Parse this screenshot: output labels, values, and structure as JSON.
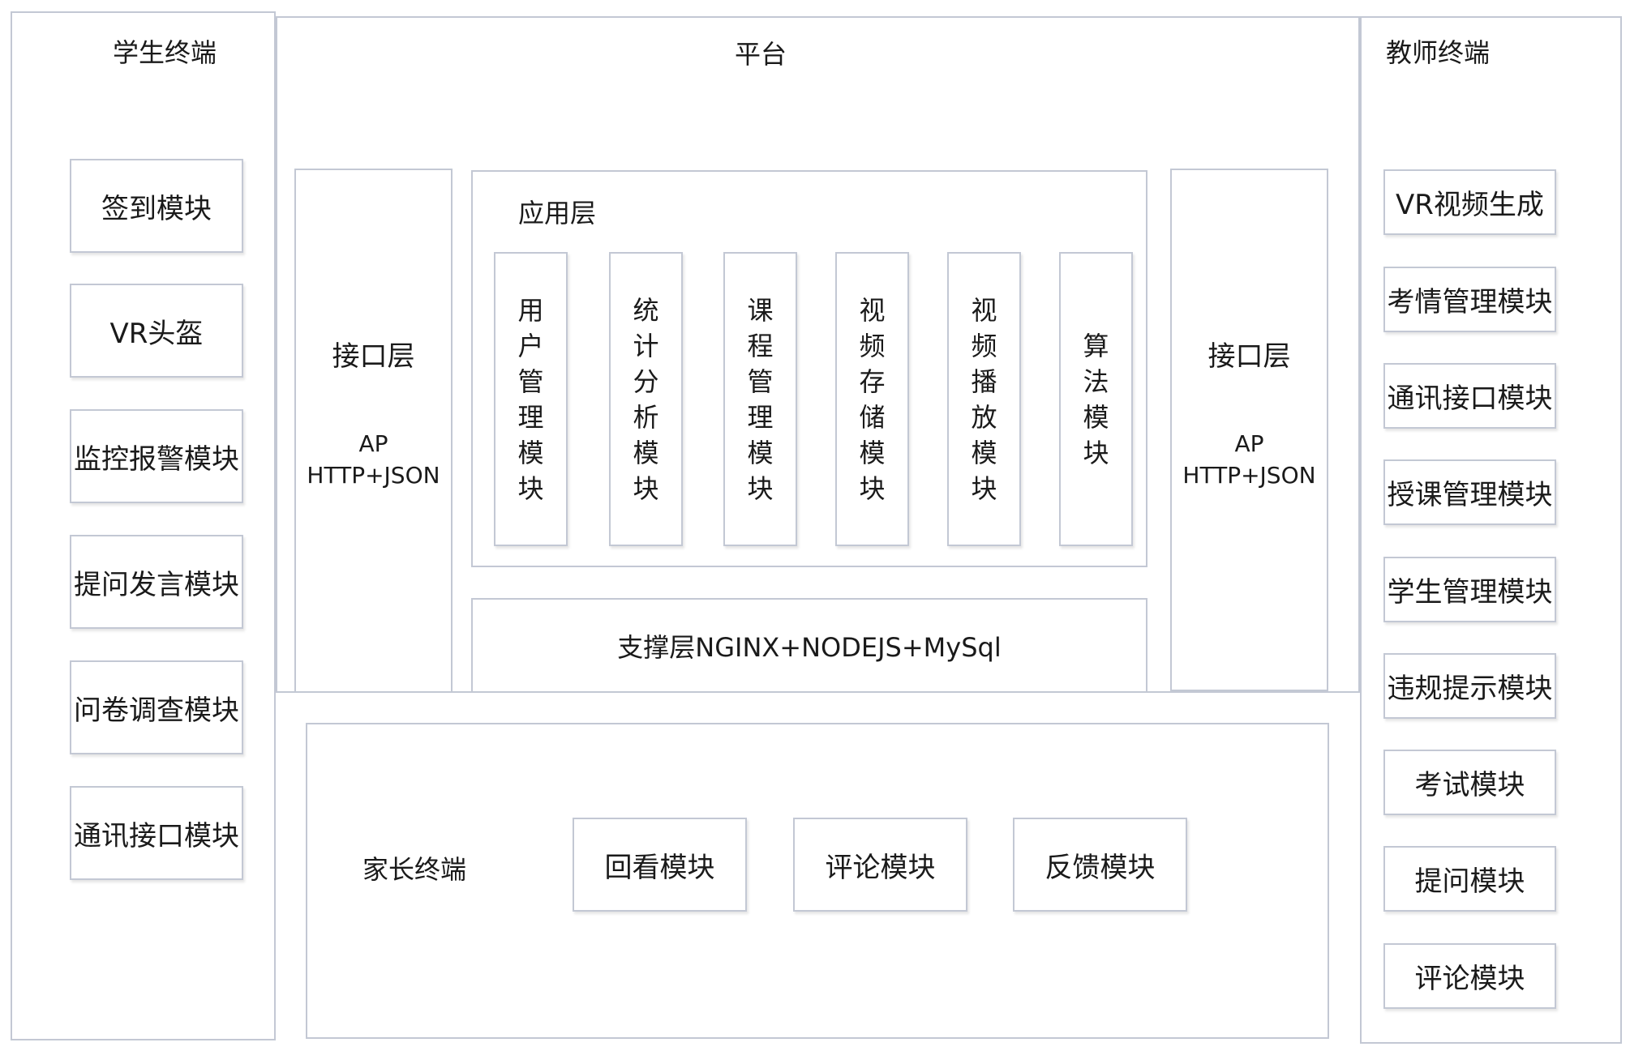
{
  "student": {
    "title": "学生终端",
    "modules": [
      "签到模块",
      "VR头盔",
      "监控报警模块",
      "提问发言模块",
      "问卷调查模块",
      "通讯接口模块"
    ]
  },
  "platform": {
    "title": "平台",
    "interface_left": {
      "title": "接口层",
      "line1": "AP",
      "line2": "HTTP+JSON"
    },
    "interface_right": {
      "title": "接口层",
      "line1": "AP",
      "line2": "HTTP+JSON"
    },
    "app_layer": {
      "title": "应用层",
      "modules": [
        "用户管理模块",
        "统计分析模块",
        "课程管理模块",
        "视频存储模块",
        "视频播放模块",
        "算法模块"
      ]
    },
    "support_layer": "支撑层NGINX+NODEJS+MySql"
  },
  "parent": {
    "title": "家长终端",
    "modules": [
      "回看模块",
      "评论模块",
      "反馈模块"
    ]
  },
  "teacher": {
    "title": "教师终端",
    "modules": [
      "VR视频生成",
      "考情管理模块",
      "通讯接口模块",
      "授课管理模块",
      "学生管理模块",
      "违规提示模块",
      "考试模块",
      "提问模块",
      "评论模块"
    ]
  }
}
